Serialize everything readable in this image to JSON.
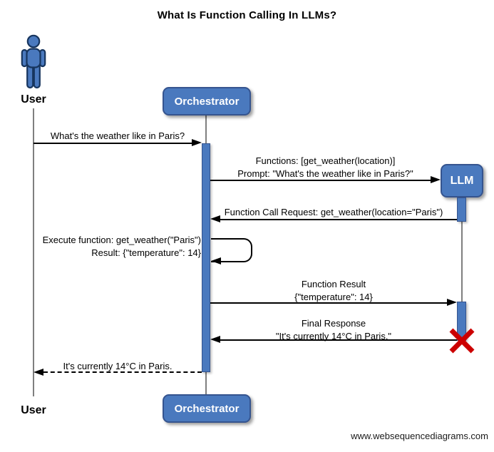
{
  "title": "What Is Function Calling In LLMs?",
  "watermark": "www.websequencediagrams.com",
  "colors": {
    "box_fill": "#4A79BE",
    "box_border": "#35548F",
    "box_text": "#FFFFFF",
    "actor_outline": "#17355E",
    "lifeline": "#7F7F7F",
    "arrow": "#000000",
    "text": "#000000",
    "destroy_x": "#CC0000"
  },
  "actors": {
    "user": {
      "label": "User",
      "icon": "person-icon"
    },
    "orchestrator": {
      "label": "Orchestrator"
    },
    "llm": {
      "label": "LLM",
      "destroyed": true
    }
  },
  "messages": [
    {
      "from": "User",
      "to": "Orchestrator",
      "style": "solid",
      "lines": [
        "What's the weather like in Paris?"
      ]
    },
    {
      "from": "Orchestrator",
      "to": "LLM",
      "style": "solid",
      "lines": [
        "Functions: [get_weather(location)]",
        "Prompt: \"What's the weather like in Paris?\""
      ]
    },
    {
      "from": "LLM",
      "to": "Orchestrator",
      "style": "solid",
      "lines": [
        "Function Call Request: get_weather(location=\"Paris\")"
      ]
    },
    {
      "from": "Orchestrator",
      "to": "Orchestrator",
      "style": "self",
      "lines": [
        "Execute function: get_weather(\"Paris\")",
        "Result: {\"temperature\": 14}"
      ]
    },
    {
      "from": "Orchestrator",
      "to": "LLM",
      "style": "solid",
      "lines": [
        "Function Result",
        "{\"temperature\": 14}"
      ]
    },
    {
      "from": "LLM",
      "to": "Orchestrator",
      "style": "solid",
      "destroy": true,
      "lines": [
        "Final Response",
        "\"It's currently 14°C in Paris.\""
      ]
    },
    {
      "from": "Orchestrator",
      "to": "User",
      "style": "dashed",
      "lines": [
        "It's currently 14°C in Paris."
      ]
    }
  ]
}
